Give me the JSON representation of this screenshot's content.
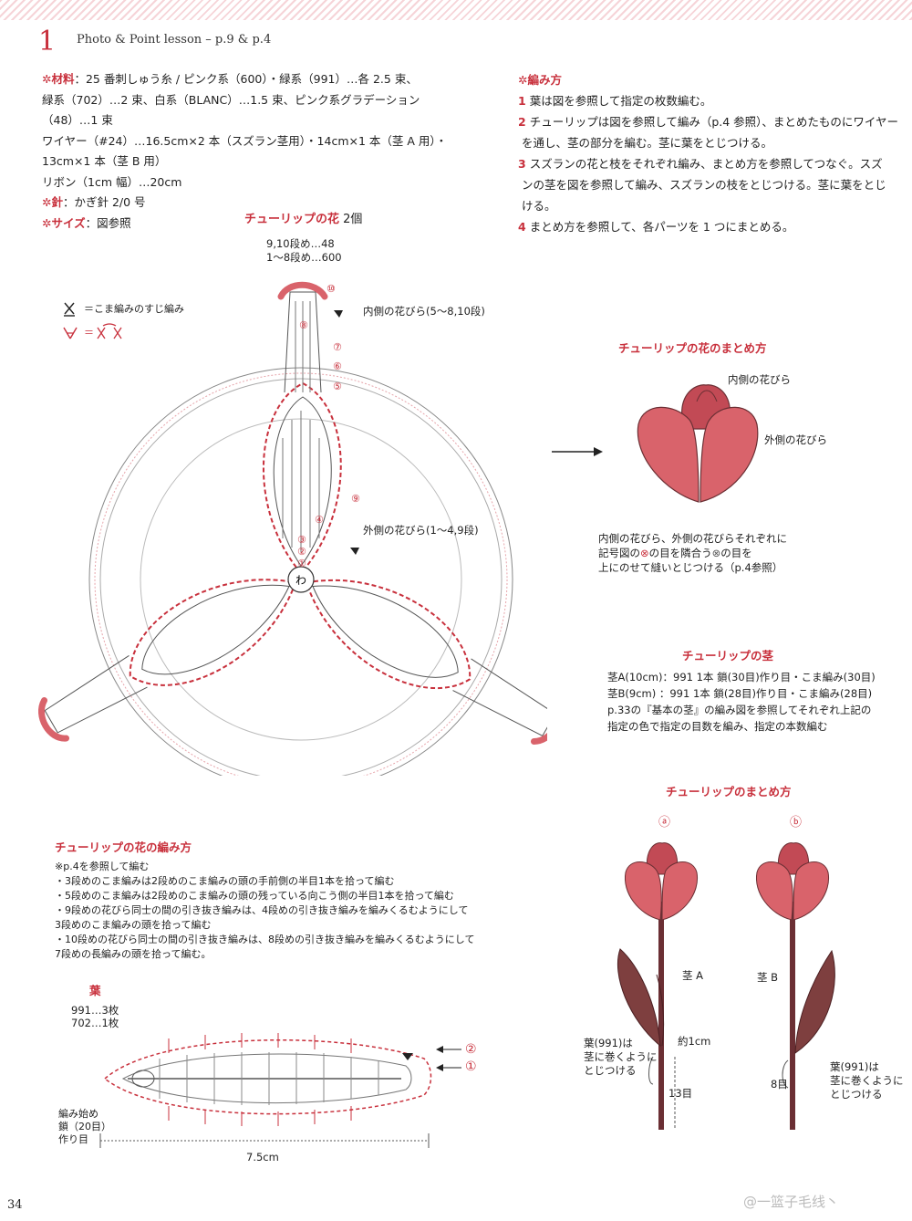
{
  "header": {
    "chapter_number": "1",
    "title": "Photo & Point lesson – p.9 & p.4"
  },
  "materials": {
    "label_materials": "✲材料",
    "materials_text": "：25 番刺しゅう糸 / ピンク系（600）・緑系（991）…各 2.5 束、",
    "line2": "緑系（702）…2 束、白系（BLANC）…1.5 束、ピンク系グラデーション",
    "line3": "（48）…1 束",
    "line4": "ワイヤー（#24）…16.5cm×2 本（スズラン茎用）・14cm×1 本（茎 A 用）・",
    "line5": "13cm×1 本（茎 B 用）",
    "line6": "リボン（1cm 幅）…20cm",
    "label_needle": "✲針",
    "needle_text": "：かぎ針 2/0 号",
    "label_size": "✲サイズ",
    "size_text": "：図参照"
  },
  "method": {
    "title": "✲編み方",
    "steps": [
      {
        "num": "1",
        "text": "葉は図を参照して指定の枚数編む。"
      },
      {
        "num": "2",
        "text": "チューリップは図を参照して編み（p.4 参照）、まとめたものにワイヤー"
      },
      {
        "num": "",
        "text": "を通し、茎の部分を編む。茎に葉をとじつける。"
      },
      {
        "num": "3",
        "text": "スズランの花と枝をそれぞれ編み、まとめ方を参照してつなぐ。スズ"
      },
      {
        "num": "",
        "text": "ンの茎を図を参照して編み、スズランの枝をとじつける。茎に葉をとじ"
      },
      {
        "num": "",
        "text": "ける。"
      },
      {
        "num": "4",
        "text": "まとめ方を参照して、各パーツを 1 つにまとめる。"
      }
    ]
  },
  "flower_chart": {
    "title": "チューリップの花",
    "count": "2個",
    "rows_a": "9,10段め…48",
    "rows_b": "1〜8段め…600",
    "legend_1": "＝こま編みのすじ編み",
    "legend_2": "＝",
    "inner_petal": "内側の花びら(5〜8,10段)",
    "outer_petal": "外側の花びら(1〜4,9段)",
    "center": "わ",
    "row_marks": [
      "⑩",
      "⑨",
      "⑧",
      "⑦",
      "⑥",
      "⑤",
      "④",
      "③",
      "②",
      "①"
    ]
  },
  "assembly": {
    "title": "チューリップの花のまとめ方",
    "inner_label": "内側の花びら",
    "outer_label": "外側の花びら",
    "note_1": "内側の花びら、外側の花びらそれぞれに",
    "note_2": "記号図の",
    "note_3": "の目を隣合う",
    "note_4": "の目を",
    "note_5": "上にのせて縫いとじつける（p.4参照）"
  },
  "stem": {
    "title": "チューリップの茎",
    "line_a": "茎A(10cm)：991  1本  鎖(30目)作り目・こま編み(30目)",
    "line_b": "茎B(9cm)  ：991  1本  鎖(28目)作り目・こま編み(28目)",
    "line_c": "p.33の『基本の茎』の編み図を参照してそれぞれ上記の",
    "line_d": "指定の色で指定の目数を編み、指定の本数編む"
  },
  "tulip_assembly": {
    "title": "チューリップのまとめ方",
    "mark_a": "ⓐ",
    "mark_b": "ⓑ",
    "stem_a": "茎 A",
    "stem_b": "茎 B",
    "approx": "約1cm",
    "leaf_note_a_1": "葉(991)は",
    "leaf_note_a_2": "茎に巻くように",
    "leaf_note_a_3": "とじつける",
    "leaf_note_b_1": "葉(991)は",
    "leaf_note_b_2": "茎に巻くように",
    "leaf_note_b_3": "とじつける",
    "count_a": "13目",
    "count_b": "8目"
  },
  "howto": {
    "title": "チューリップの花の編み方",
    "lines": [
      "※p.4を参照して編む",
      "・3段めのこま編みは2段めのこま編みの頭の手前側の半目1本を拾って編む",
      "・5段めのこま編みは2段めのこま編みの頭の残っている向こう側の半目1本を拾って編む",
      "・9段めの花びら同士の間の引き抜き編みは、4段めの引き抜き編みを編みくるむようにして",
      "  3段めのこま編みの頭を拾って編む",
      "・10段めの花びら同士の間の引き抜き編みは、8段めの引き抜き編みを編みくるむようにして",
      "  7段めの長編みの頭を拾って編む。"
    ]
  },
  "leaf": {
    "title": "葉",
    "count_1": "991…3枚",
    "count_2": "702…1枚",
    "start_1": "編み始め",
    "start_2": "鎖（20目）",
    "start_3": "作り目",
    "width": "7.5cm",
    "row_2": "②",
    "row_1": "①"
  },
  "footer": {
    "page": "34",
    "watermark": "@一篮子毛线丶"
  },
  "colors": {
    "accent": "#c8303c",
    "petal_outer": "#d9636b",
    "petal_inner": "#c24a55",
    "leaf": "#7e3f3f",
    "stem": "#6b2f34"
  }
}
